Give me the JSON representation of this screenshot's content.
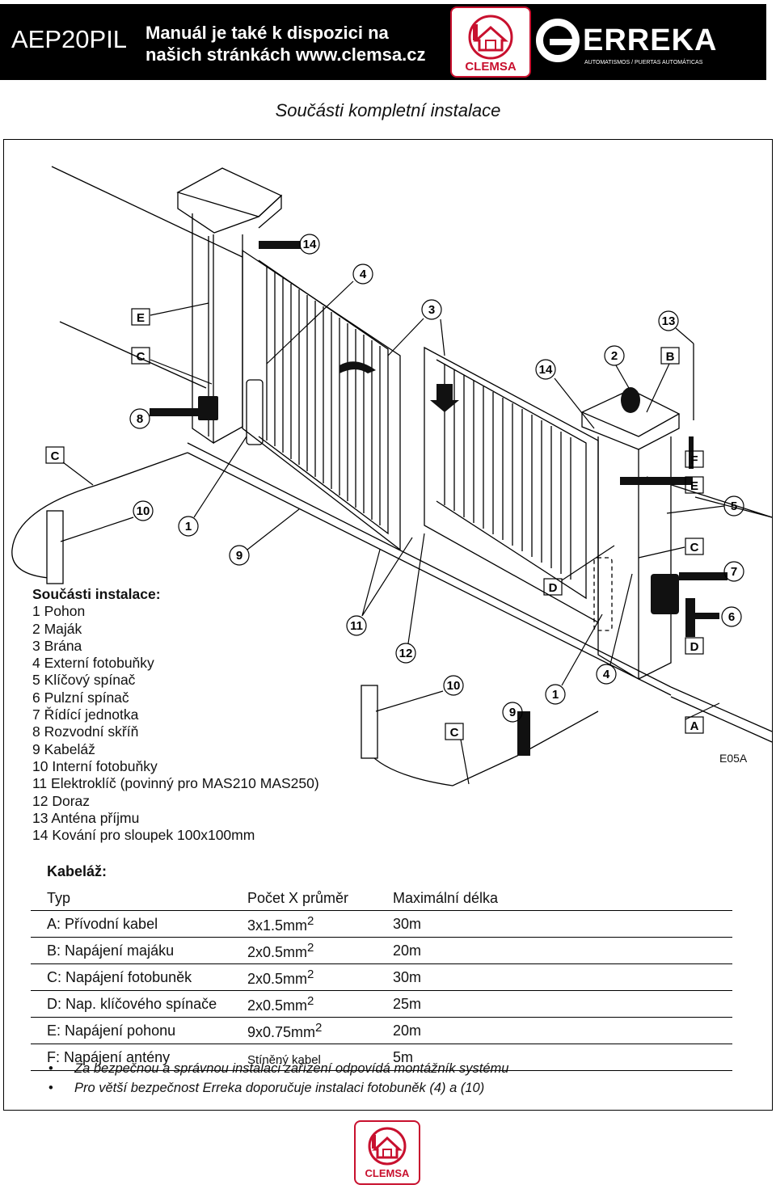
{
  "header": {
    "model": "AEP20PIL",
    "notice_line1": "Manuál je také k dispozici na",
    "notice_line2": "našich stránkách www.clemsa.cz",
    "clemsa_logo_text": "CLEMSA",
    "erreka_logo_text": "ERREKA",
    "erreka_tagline": "AUTOMATISMOS / PUERTAS AUTOMÁTICAS"
  },
  "page_title": "Součásti kompletní instalace",
  "diagram": {
    "code": "E05A",
    "callout_numbers": [
      "14",
      "4",
      "3",
      "13",
      "2",
      "14",
      "8",
      "1",
      "10",
      "9",
      "5",
      "7",
      "6",
      "11",
      "12",
      "4",
      "1",
      "10",
      "9"
    ],
    "callout_letters": [
      "E",
      "C",
      "C",
      "B",
      "F",
      "E",
      "C",
      "D",
      "D",
      "A",
      "C"
    ]
  },
  "components": {
    "heading": "Součásti instalace:",
    "items": [
      "1 Pohon",
      "2 Maják",
      "3 Brána",
      "4 Externí fotobuňky",
      "5 Klíčový spínač",
      "6 Pulzní spínač",
      "7 Řídící jednotka",
      "8 Rozvodní skříň",
      "9 Kabeláž",
      "10 Interní fotobuňky",
      "11 Elektroklíč (povinný pro MAS210 MAS250)",
      "12  Doraz",
      "13  Anténa příjmu",
      "14 Kování pro sloupek 100x100mm"
    ]
  },
  "cabling": {
    "heading": "Kabeláž:",
    "columns": [
      "Typ",
      "Počet X průměr",
      "Maximální délka"
    ],
    "rows": [
      {
        "type": "A: Přívodní kabel",
        "spec": "3x1.5mm",
        "sup": "2",
        "length": "30m"
      },
      {
        "type": "B: Napájení majáku",
        "spec": "2x0.5mm",
        "sup": "2",
        "length": "20m"
      },
      {
        "type": "C: Napájení fotobuněk",
        "spec": "2x0.5mm",
        "sup": "2",
        "length": "30m"
      },
      {
        "type": "D: Nap. klíčového spínače",
        "spec": "2x0.5mm",
        "sup": "2",
        "length": "25m"
      },
      {
        "type": "E: Napájení pohonu",
        "spec": "9x0.75mm",
        "sup": "2",
        "length": "20m"
      },
      {
        "type": "F: Napájení antény",
        "spec": "Stíněný kabel",
        "sup": "",
        "length": "5m"
      }
    ]
  },
  "notes": {
    "bullet": "•",
    "items": [
      "Za bezpečnou a správnou instalaci zařízení odpovídá montážník systému",
      "Pro větší bezpečnost Erreka doporučuje instalaci fotobuněk (4) a (10)"
    ]
  }
}
